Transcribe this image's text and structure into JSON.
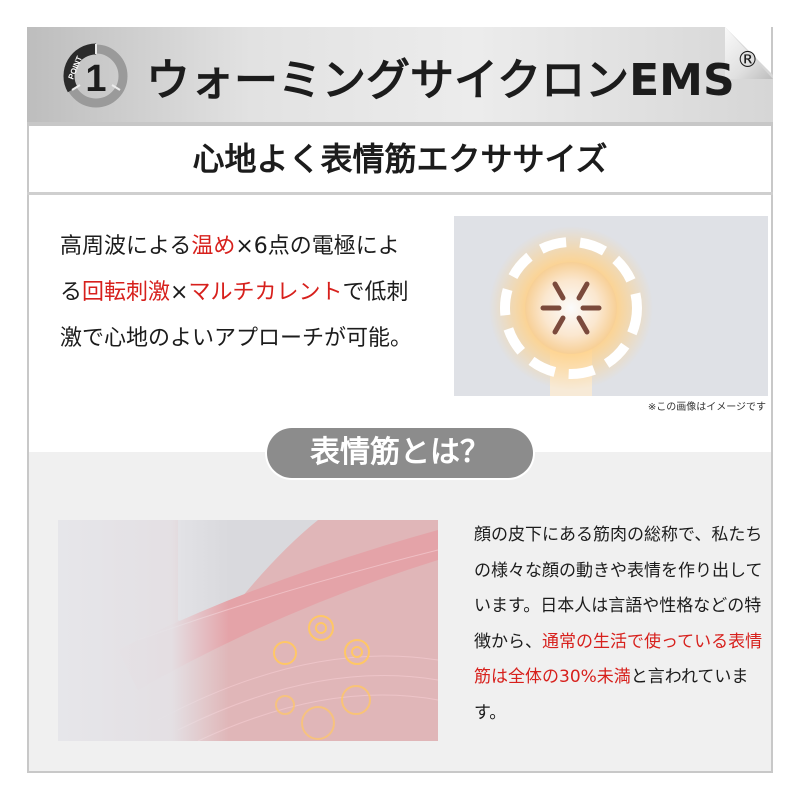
{
  "header": {
    "badge_label": "POINT",
    "badge_number": "1",
    "title": "ウォーミングサイクロンEMS",
    "title_mark": "®"
  },
  "subtitle": "心地よく表情筋エクササイズ",
  "section1": {
    "desc_segments": [
      {
        "text": "高周波による",
        "highlight": false
      },
      {
        "text": "温め",
        "highlight": true
      },
      {
        "text": "×6点の電極による",
        "highlight": false
      },
      {
        "text": "回転刺激",
        "highlight": true
      },
      {
        "text": "×",
        "highlight": false
      },
      {
        "text": "マルチカレント",
        "highlight": true
      },
      {
        "text": "で低刺激で心地のよいアプローチが可能。",
        "highlight": false
      }
    ],
    "image_alt": "device-head-electrodes-rotation",
    "image_note": "※この画像はイメージです"
  },
  "section2": {
    "pill_label": "表情筋とは？",
    "image_alt": "facial-muscles-illustration",
    "desc_segments": [
      {
        "text": "顔の皮下にある筋肉の総称で、私たちの様々な顔の動きや表情を作り出しています。日本人は言語や性格などの特徴から、",
        "highlight": false
      },
      {
        "text": "通常の生活で使っている表情筋は全体の30%未満",
        "highlight": true
      },
      {
        "text": "と言われています。",
        "highlight": false
      }
    ]
  },
  "colors": {
    "highlight": "#d7201c",
    "text": "#1c1c1c",
    "pill_bg": "#8c8c8c",
    "lower_bg": "#f0f0f0",
    "border": "#c8c8c8"
  }
}
